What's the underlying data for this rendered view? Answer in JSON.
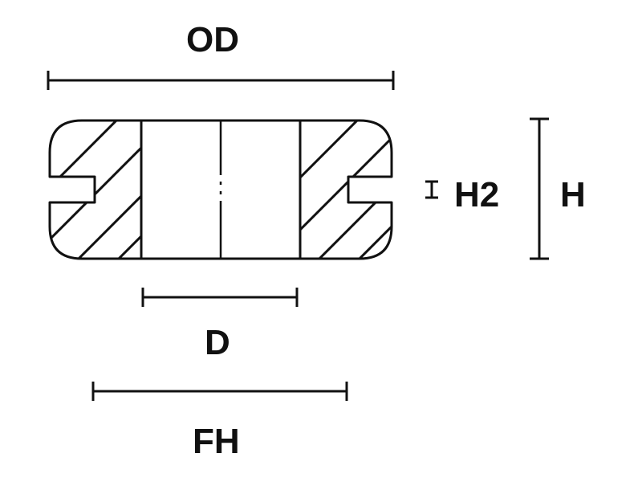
{
  "labels": {
    "od": "OD",
    "h2": "H2",
    "h": "H",
    "d": "D",
    "fh": "FH"
  },
  "colors": {
    "line": "#111111",
    "background": "#ffffff"
  }
}
